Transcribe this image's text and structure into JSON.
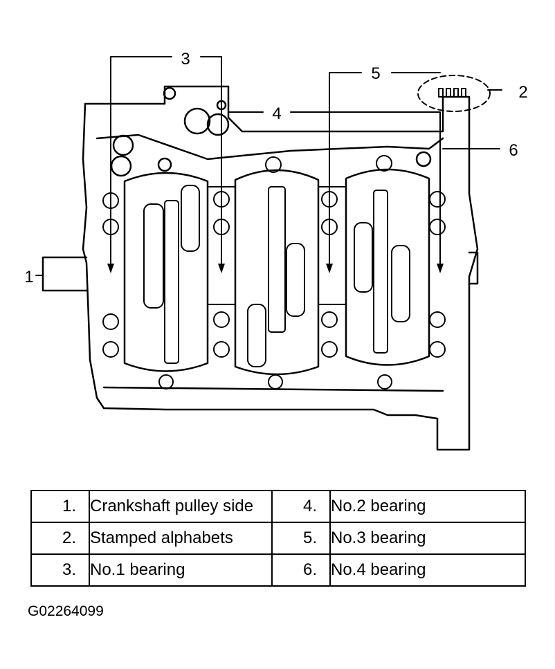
{
  "callouts": [
    {
      "id": "1",
      "label": "1"
    },
    {
      "id": "2",
      "label": "2"
    },
    {
      "id": "3",
      "label": "3"
    },
    {
      "id": "4",
      "label": "4"
    },
    {
      "id": "5",
      "label": "5"
    },
    {
      "id": "6",
      "label": "6"
    }
  ],
  "legend": {
    "rows": [
      {
        "left_num": "1.",
        "left_text": "Crankshaft pulley side",
        "right_num": "4.",
        "right_text": "No.2 bearing"
      },
      {
        "left_num": "2.",
        "left_text": "Stamped alphabets",
        "right_num": "5.",
        "right_text": "No.3 bearing"
      },
      {
        "left_num": "3.",
        "left_text": "No.1 bearing",
        "right_num": "6.",
        "right_text": "No.4 bearing"
      }
    ]
  },
  "figure_id": "G02264099"
}
